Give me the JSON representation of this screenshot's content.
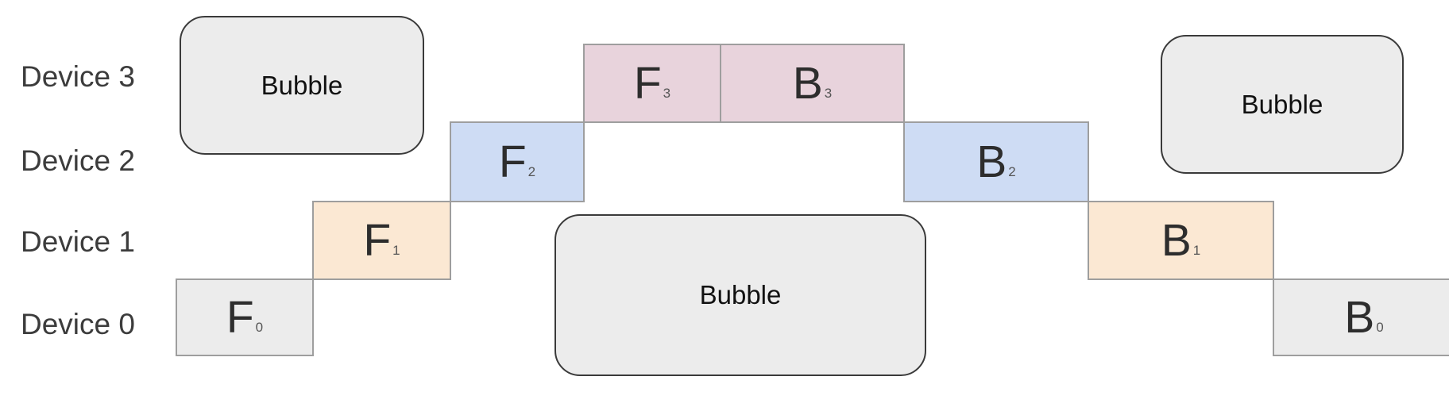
{
  "devices": [
    {
      "label": "Device 3"
    },
    {
      "label": "Device 2"
    },
    {
      "label": "Device 1"
    },
    {
      "label": "Device 0"
    }
  ],
  "forward": [
    {
      "symbol": "F",
      "sub": "0",
      "color": "#ececec"
    },
    {
      "symbol": "F",
      "sub": "1",
      "color": "#fbe8d3"
    },
    {
      "symbol": "F",
      "sub": "2",
      "color": "#cedcf4"
    },
    {
      "symbol": "F",
      "sub": "3",
      "color": "#e8d3dc"
    }
  ],
  "backward": [
    {
      "symbol": "B",
      "sub": "3",
      "color": "#e8d3dc"
    },
    {
      "symbol": "B",
      "sub": "2",
      "color": "#cedcf4"
    },
    {
      "symbol": "B",
      "sub": "1",
      "color": "#fbe8d3"
    },
    {
      "symbol": "B",
      "sub": "0",
      "color": "#ececec"
    }
  ],
  "bubbles": [
    {
      "label": "Bubble"
    },
    {
      "label": "Bubble"
    },
    {
      "label": "Bubble"
    }
  ]
}
